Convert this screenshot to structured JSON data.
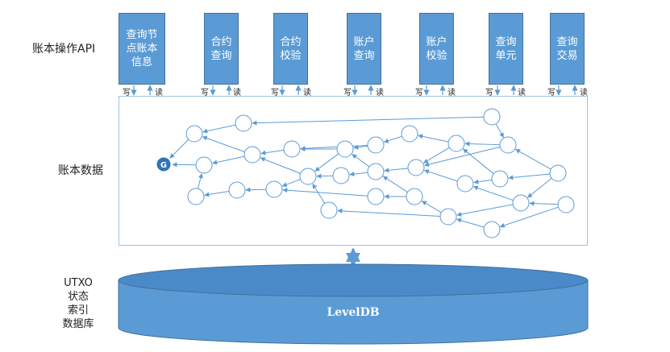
{
  "labels": {
    "api": "账本操作API",
    "ledger": "账本数据",
    "db_lines": [
      "UTXO",
      "状态",
      "索引",
      "数据库"
    ]
  },
  "api_boxes": [
    {
      "text": "查询节\n点账本\n信息"
    },
    {
      "text": "合约\n查询"
    },
    {
      "text": "合约\n校验"
    },
    {
      "text": "账户\n查询"
    },
    {
      "text": "账户\n校验"
    },
    {
      "text": "查询\n单元"
    },
    {
      "text": "查询\n交易"
    }
  ],
  "rw": {
    "write": "写",
    "read": "读"
  },
  "genesis_label": "G",
  "database": {
    "name": "LevelDB"
  },
  "colors": {
    "box_fill": "#5b9bd5",
    "box_border": "#41719c",
    "arrow": "#5b9bd5",
    "node_stroke": "#5b9bd5",
    "genesis_fill": "#2e75b6"
  }
}
